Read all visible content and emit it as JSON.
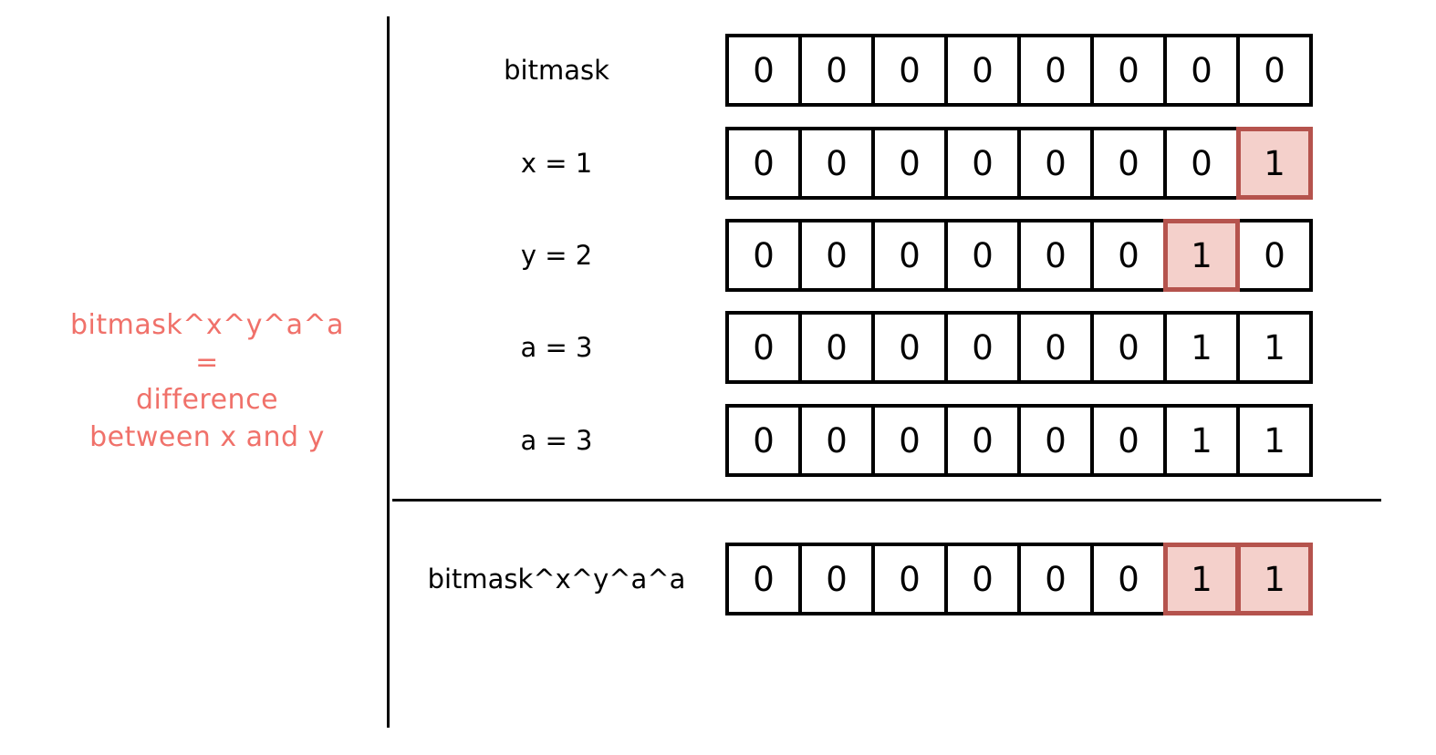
{
  "annotation": {
    "lines": [
      "bitmask^x^y^a^a",
      "=",
      "difference",
      "between x and y"
    ]
  },
  "rows": [
    {
      "label": "bitmask",
      "bits": [
        "0",
        "0",
        "0",
        "0",
        "0",
        "0",
        "0",
        "0"
      ],
      "highlighted_bits": []
    },
    {
      "label": "x = 1",
      "bits": [
        "0",
        "0",
        "0",
        "0",
        "0",
        "0",
        "0",
        "1"
      ],
      "highlighted_bits": [
        7
      ]
    },
    {
      "label": "y = 2",
      "bits": [
        "0",
        "0",
        "0",
        "0",
        "0",
        "0",
        "1",
        "0"
      ],
      "highlighted_bits": [
        6
      ]
    },
    {
      "label": "a = 3",
      "bits": [
        "0",
        "0",
        "0",
        "0",
        "0",
        "0",
        "1",
        "1"
      ],
      "highlighted_bits": []
    },
    {
      "label": "a = 3",
      "bits": [
        "0",
        "0",
        "0",
        "0",
        "0",
        "0",
        "1",
        "1"
      ],
      "highlighted_bits": []
    },
    {
      "label": "bitmask^x^y^a^a",
      "bits": [
        "0",
        "0",
        "0",
        "0",
        "0",
        "0",
        "1",
        "1"
      ],
      "highlighted_bits": [
        6,
        7
      ]
    }
  ],
  "colors": {
    "annotation_text": "#f0716a",
    "highlight_fill": "#f4d0cb",
    "highlight_border": "#b5534d",
    "cell_border": "#000000"
  }
}
